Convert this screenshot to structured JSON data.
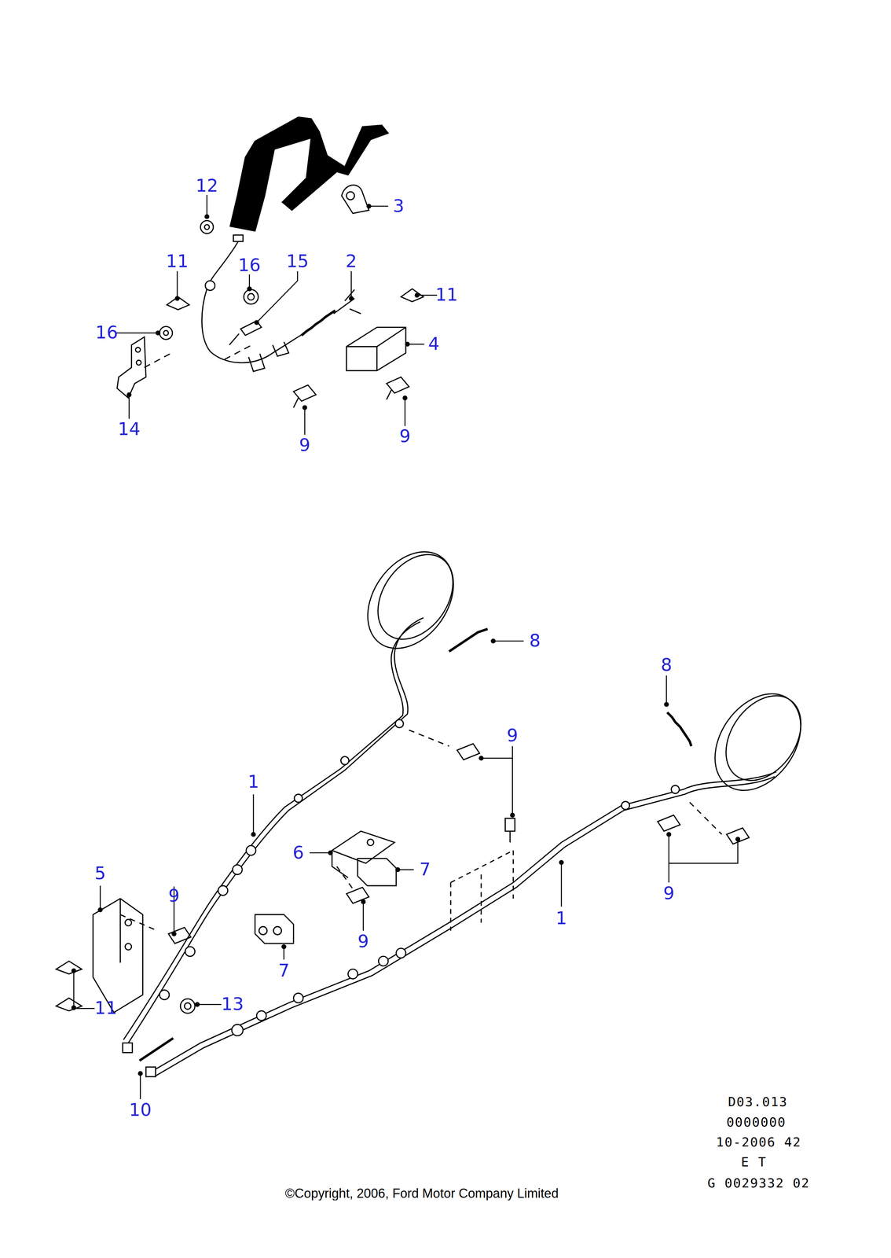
{
  "diagram": {
    "caption": "©Copyright, 2006, Ford Motor Company Limited",
    "labels": [
      "12",
      "3",
      "11",
      "16",
      "15",
      "2",
      "11",
      "16",
      "4",
      "14",
      "9",
      "9",
      "8",
      "8",
      "9",
      "1",
      "6",
      "7",
      "5",
      "9",
      "9",
      "9",
      "1",
      "7",
      "11",
      "13",
      "10",
      "D03.013",
      "0000000",
      "10-2006 42",
      "E T",
      "G 0029332 02"
    ]
  }
}
